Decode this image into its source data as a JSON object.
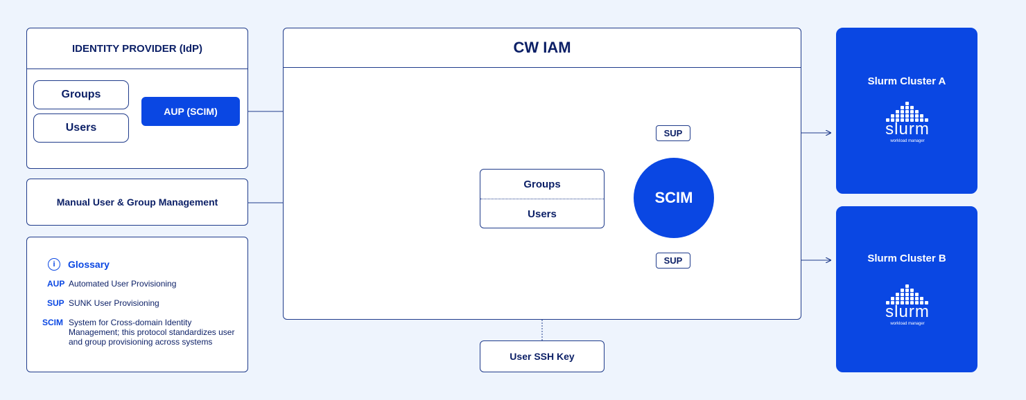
{
  "idp": {
    "title": "IDENTITY PROVIDER (IdP)",
    "groups": "Groups",
    "users": "Users",
    "aup": "AUP (SCIM)"
  },
  "manual": {
    "label": "Manual User & Group Management"
  },
  "glossary": {
    "title": "Glossary",
    "info_icon": "i",
    "entries": [
      {
        "abbr": "AUP",
        "text": "Automated User Provisioning"
      },
      {
        "abbr": "SUP",
        "text": "SUNK User Provisioning"
      },
      {
        "abbr": "SCIM",
        "text": "System for Cross-domain Identity Management; this protocol standardizes user and group provisioning across systems"
      }
    ]
  },
  "cwiam": {
    "title": "CW IAM",
    "groups": "Groups",
    "users": "Users",
    "scim": "SCIM",
    "sup_top": "SUP",
    "sup_bottom": "SUP"
  },
  "ssh": {
    "label": "User SSH Key"
  },
  "clusters": [
    {
      "title": "Slurm Cluster A",
      "logo_word": "slurm",
      "logo_sub": "workload manager"
    },
    {
      "title": "Slurm Cluster B",
      "logo_word": "slurm",
      "logo_sub": "workload manager"
    }
  ],
  "colors": {
    "accent": "#0a47e3",
    "line": "#1e3a8a",
    "bg": "#eef4fd"
  }
}
